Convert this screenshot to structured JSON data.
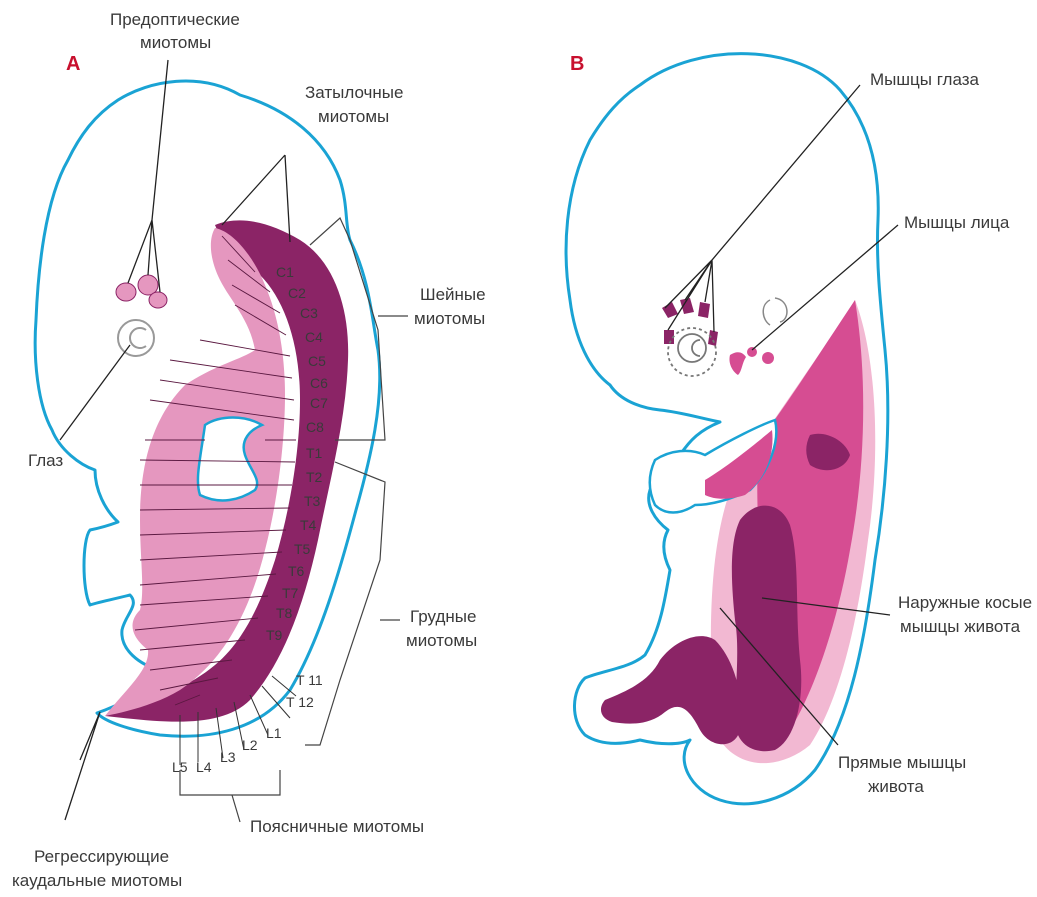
{
  "panels": {
    "a": "A",
    "b": "B"
  },
  "panel_a": {
    "preoptic_line1": "Предоптические",
    "preoptic_line2": "миотомы",
    "occipital_line1": "Затылочные",
    "occipital_line2": "миотомы",
    "cervical_line1": "Шейные",
    "cervical_line2": "миотомы",
    "eye": "Глаз",
    "thoracic_line1": "Грудные",
    "thoracic_line2": "миотомы",
    "lumbar": "Поясничные миотомы",
    "caudal_line1": "Регрессирующие",
    "caudal_line2": "каудальные миотомы",
    "segments": [
      "C1",
      "C2",
      "C3",
      "C4",
      "C5",
      "C6",
      "C7",
      "C8",
      "T1",
      "T2",
      "T3",
      "T4",
      "T5",
      "T6",
      "T7",
      "T8",
      "T9",
      "T 11",
      "T 12",
      "L1",
      "L2",
      "L3",
      "L4",
      "L5"
    ]
  },
  "panel_b": {
    "eye_muscles": "Мышцы глаза",
    "face_muscles": "Мышцы лица",
    "external_oblique_line1": "Наружные косые",
    "external_oblique_line2": "мышцы живота",
    "rectus_line1": "Прямые мышцы",
    "rectus_line2": "живота"
  },
  "colors": {
    "outline": "#1aa3d4",
    "dark_myotome": "#8b2466",
    "light_myotome": "#e597bf",
    "medium_muscle": "#d64d92",
    "pale_muscle": "#f2b8d2",
    "panel_label": "#c8102e"
  }
}
